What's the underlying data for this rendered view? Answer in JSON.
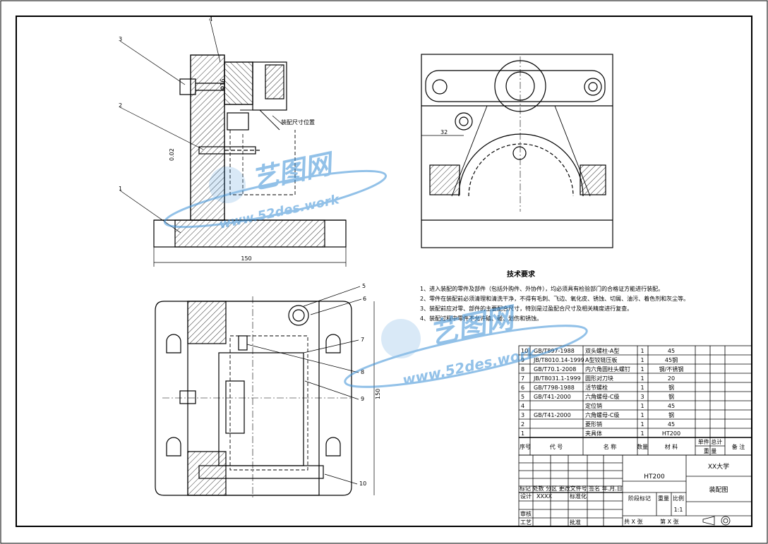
{
  "part_labels": [
    "1",
    "2",
    "3",
    "4",
    "5",
    "6",
    "7",
    "8",
    "9",
    "10"
  ],
  "dimensions": {
    "base_width": "150",
    "side_height": "150",
    "horizontal_32": "32",
    "bore": "Φ16",
    "tol": "0.02"
  },
  "annotations": {
    "load_position": "装配尺寸位置"
  },
  "tech": {
    "title": "技术要求",
    "items": [
      "1、进入装配的零件及部件（包括外购件、外协件），均必须具有检验部门的合格证方能进行装配。",
      "2、零件在装配前必须清理和清洗干净，不得有毛刺、飞边、氧化皮、锈蚀、切屑、油污、着色剂和灰尘等。",
      "3、装配前应对零、部件的主要配合尺寸，特别是过盈配合尺寸及相关精度进行复查。",
      "4、装配过程中零件不允许磕、碰、划伤和锈蚀。"
    ]
  },
  "bom": {
    "rows": [
      {
        "no": "10",
        "code": "GB/T897-1988",
        "name": "双头螺柱-A型",
        "qty": "1",
        "material": "45"
      },
      {
        "no": "9",
        "code": "JB/T8010.14-1999",
        "name": "A型铰链压板",
        "qty": "1",
        "material": "45钢"
      },
      {
        "no": "8",
        "code": "GB/T70.1-2008",
        "name": "内六角圆柱头螺钉",
        "qty": "1",
        "material": "钢/不锈钢"
      },
      {
        "no": "7",
        "code": "JB/T8031.1-1999",
        "name": "圆形对刀块",
        "qty": "1",
        "material": "20"
      },
      {
        "no": "6",
        "code": "GB/T798-1988",
        "name": "活节螺栓",
        "qty": "1",
        "material": "钢"
      },
      {
        "no": "5",
        "code": "GB/T41-2000",
        "name": "六角螺母-C级",
        "qty": "3",
        "material": "钢"
      },
      {
        "no": "4",
        "code": "",
        "name": "定位销",
        "qty": "1",
        "material": "45"
      },
      {
        "no": "3",
        "code": "GB/T41-2000",
        "name": "六角螺母-C级",
        "qty": "1",
        "material": "钢"
      },
      {
        "no": "2",
        "code": "",
        "name": "菱形销",
        "qty": "1",
        "material": "45"
      },
      {
        "no": "1",
        "code": "",
        "name": "夹具体",
        "qty": "1",
        "material": "HT200"
      }
    ],
    "header": {
      "no": "序号",
      "code": "代    号",
      "name": "名    称",
      "qty": "数量",
      "material": "材    料",
      "unit_total": "单件 总计",
      "weight": "重    量",
      "remark": "备  注"
    }
  },
  "titleblock": {
    "material": "HT200",
    "school": "XX大学",
    "drawing_name": "装配图",
    "row_revision": "标记 处数   分区   更改文件号   签名  年.月.日",
    "design": "设计",
    "designer": "XXXX",
    "standardize": "标准化",
    "stage_mark": "阶段标记",
    "weight": "重量",
    "scale": "比例",
    "scale_value": "1:1",
    "review": "审核",
    "process": "工艺",
    "approve": "批准",
    "sheets_total": "共  X  张",
    "sheet_no": "第  X  张"
  },
  "watermark": {
    "brand": "艺图网",
    "url": "www.52des.work"
  },
  "colors": {
    "line": "#000000",
    "watermark": "#3a8fd6"
  }
}
